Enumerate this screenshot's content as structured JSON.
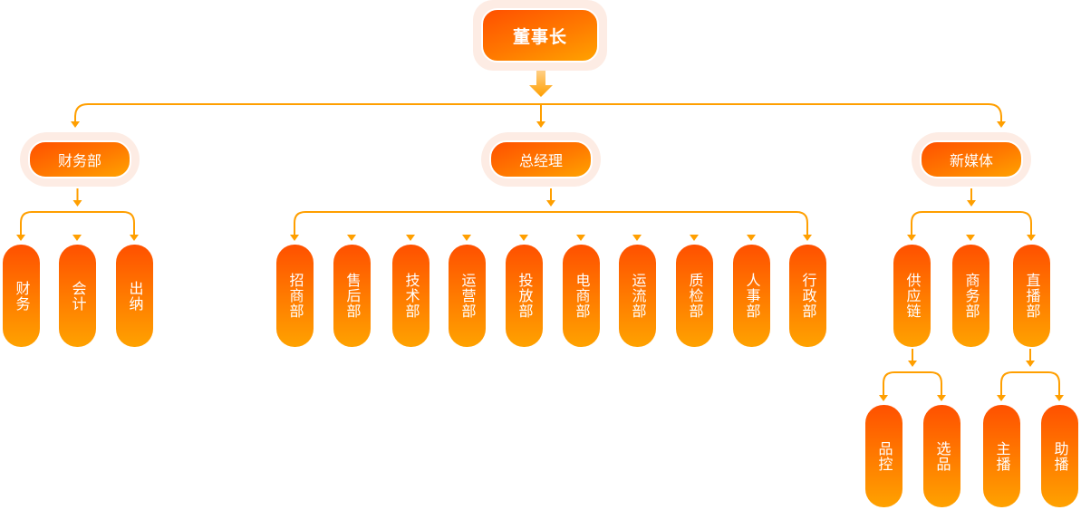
{
  "colors": {
    "accent": "#ff5000",
    "accent_end": "#ffa200",
    "line": "#ff9f00",
    "halo": "#fdece4"
  },
  "root": {
    "label": "董事长"
  },
  "branches": [
    {
      "label": "财务部",
      "children": [
        {
          "label": "财务"
        },
        {
          "label": "会计"
        },
        {
          "label": "出纳"
        }
      ]
    },
    {
      "label": "总经理",
      "children": [
        {
          "label": "招商部"
        },
        {
          "label": "售后部"
        },
        {
          "label": "技术部"
        },
        {
          "label": "运营部"
        },
        {
          "label": "投放部"
        },
        {
          "label": "电商部"
        },
        {
          "label": "运流部"
        },
        {
          "label": "质检部"
        },
        {
          "label": "人事部"
        },
        {
          "label": "行政部"
        }
      ]
    },
    {
      "label": "新媒体",
      "children": [
        {
          "label": "供应链",
          "children": [
            {
              "label": "品控"
            },
            {
              "label": "选品"
            }
          ]
        },
        {
          "label": "商务部"
        },
        {
          "label": "直播部",
          "children": [
            {
              "label": "主播"
            },
            {
              "label": "助播"
            }
          ]
        }
      ]
    }
  ]
}
